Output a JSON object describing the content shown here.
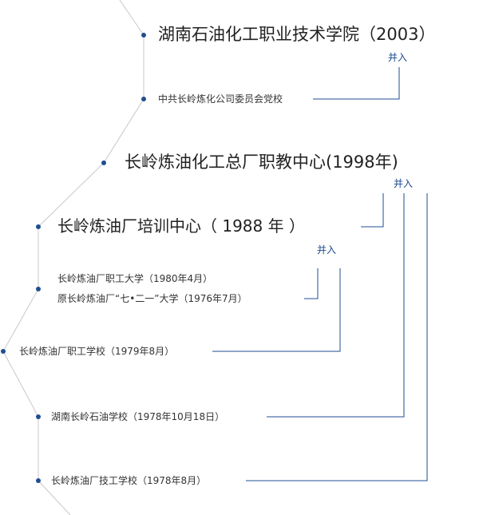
{
  "colors": {
    "connector": "#1f4e91",
    "dot": "#1f4e91",
    "timeline": "#c8c8c8",
    "text": "#333333",
    "merge_label": "#1a4a8c"
  },
  "nodes": [
    {
      "id": "hunan-petrochem-college",
      "text": "湖南石油化工职业技术学院（2003）"
    },
    {
      "id": "party-school",
      "text": "中共长岭炼化公司委员会党校"
    },
    {
      "id": "training-center-1998",
      "text": "长岭炼油化工总厂职教中心(1998年)"
    },
    {
      "id": "training-center-1988",
      "text": "长岭炼油厂培训中心（ 1988 年 ）"
    },
    {
      "id": "workers-university",
      "text": "长岭炼油厂职工大学（1980年4月）"
    },
    {
      "id": "july21-university",
      "text": "原长岭炼油厂“七•二一”大学（1976年7月）"
    },
    {
      "id": "workers-school",
      "text": "长岭炼油厂职工学校（1979年8月）"
    },
    {
      "id": "petroleum-school",
      "text": "湖南长岭石油学校（1978年10月18日）"
    },
    {
      "id": "technical-school",
      "text": "长岭炼油厂技工学校（1978年8月）"
    }
  ],
  "merge_labels": [
    {
      "id": "merge-top",
      "text": "并入"
    },
    {
      "id": "merge-middle",
      "text": "并入"
    },
    {
      "id": "merge-lower",
      "text": "并入"
    }
  ]
}
